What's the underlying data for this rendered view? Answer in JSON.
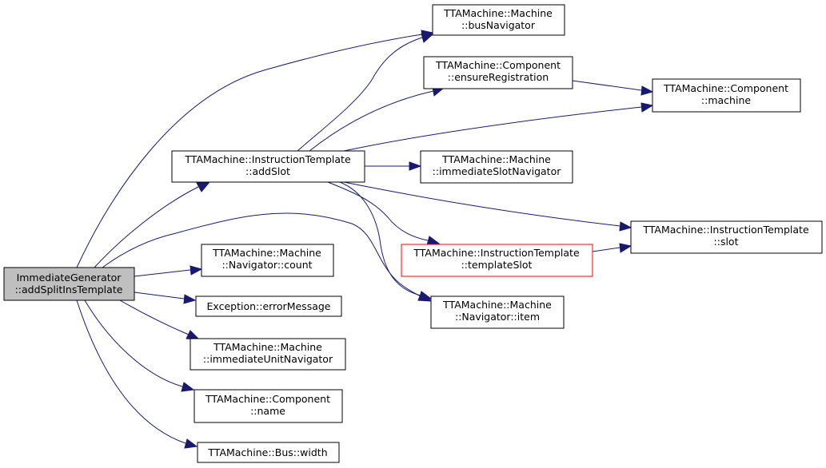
{
  "nodes": {
    "root": {
      "line1": "ImmediateGenerator",
      "line2": "::addSplitInsTemplate"
    },
    "addSlot": {
      "line1": "TTAMachine::InstructionTemplate",
      "line2": "::addSlot"
    },
    "count": {
      "line1": "TTAMachine::Machine",
      "line2": "::Navigator::count"
    },
    "errorMessage": {
      "line1": "Exception::errorMessage"
    },
    "immediateUnitNavigator": {
      "line1": "TTAMachine::Machine",
      "line2": "::immediateUnitNavigator"
    },
    "name": {
      "line1": "TTAMachine::Component",
      "line2": "::name"
    },
    "width": {
      "line1": "TTAMachine::Bus::width"
    },
    "busNavigator": {
      "line1": "TTAMachine::Machine",
      "line2": "::busNavigator"
    },
    "ensureRegistration": {
      "line1": "TTAMachine::Component",
      "line2": "::ensureRegistration"
    },
    "machine": {
      "line1": "TTAMachine::Component",
      "line2": "::machine"
    },
    "immediateSlotNavigator": {
      "line1": "TTAMachine::Machine",
      "line2": "::immediateSlotNavigator"
    },
    "slot": {
      "line1": "TTAMachine::InstructionTemplate",
      "line2": "::slot"
    },
    "templateSlot": {
      "line1": "TTAMachine::InstructionTemplate",
      "line2": "::templateSlot"
    },
    "item": {
      "line1": "TTAMachine::Machine",
      "line2": "::Navigator::item"
    }
  },
  "colors": {
    "edge": "#191970",
    "root_fill": "#bfbfbf",
    "highlight_border": "#ff0000"
  }
}
